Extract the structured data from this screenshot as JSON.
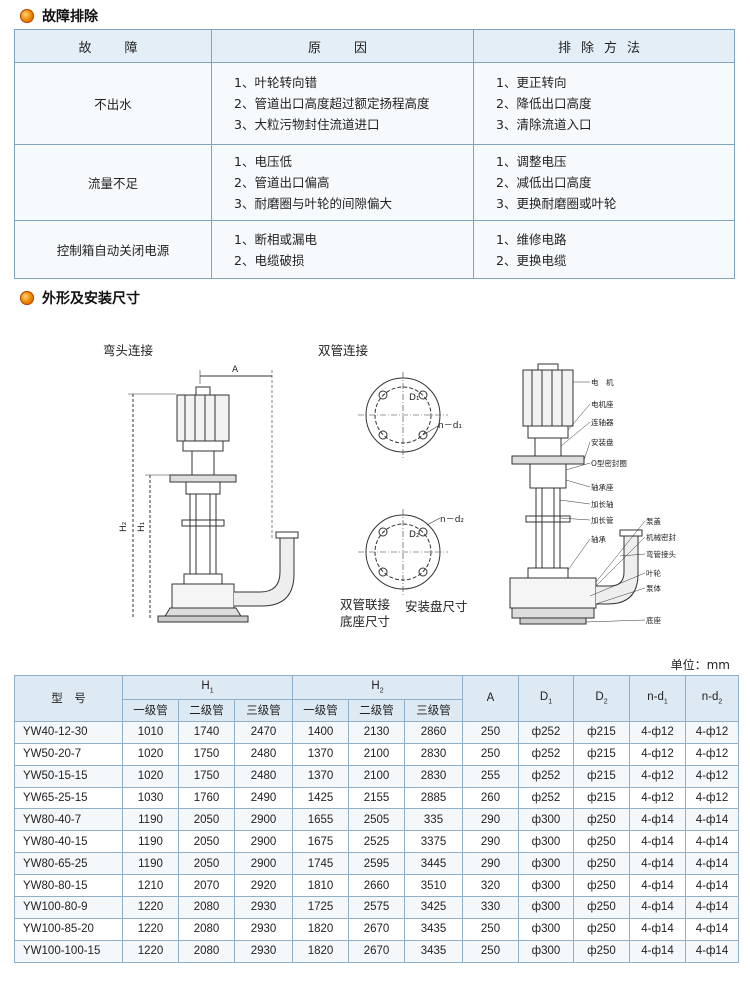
{
  "section1": {
    "title": "故障排除"
  },
  "trouble": {
    "headers": [
      "故　障",
      "原　因",
      "排除方法"
    ],
    "rows": [
      {
        "fault": "不出水",
        "causes": [
          "1、叶轮转向错",
          "2、管道出口高度超过额定扬程高度",
          "3、大粒污物封住流道进口"
        ],
        "remedies": [
          "1、更正转向",
          "2、降低出口高度",
          "3、清除流道入口"
        ]
      },
      {
        "fault": "流量不足",
        "causes": [
          "1、电压低",
          "2、管道出口偏高",
          "3、耐磨圈与叶轮的间隙偏大"
        ],
        "remedies": [
          "1、调整电压",
          "2、减低出口高度",
          "3、更换耐磨圈或叶轮"
        ]
      },
      {
        "fault": "控制箱自动关闭电源",
        "causes": [
          "1、断相或漏电",
          "2、电缆破损"
        ],
        "remedies": [
          "1、维修电路",
          "2、更换电缆"
        ]
      }
    ]
  },
  "section2": {
    "title": "外形及安装尺寸"
  },
  "drawing": {
    "label_elbow": "弯头连接",
    "label_double": "双管连接",
    "label_base": "双管联接\n底座尺寸",
    "label_plate": "安装盘尺寸",
    "dim_A": "A",
    "dim_H2": "H₂",
    "dim_H1": "H₁",
    "dim_D1": "D₁",
    "dim_D2": "D₂",
    "dim_nd1": "n－d₁",
    "dim_nd2": "n－d₂",
    "parts": [
      "电　机",
      "电机座",
      "连轴器",
      "安装盘",
      "O型密封圈",
      "轴承座",
      "加长轴",
      "加长管",
      "轴承",
      "泵盖",
      "机械密封",
      "弯管接头",
      "叶轮",
      "泵体",
      "底座"
    ]
  },
  "unit": "单位：mm",
  "spec": {
    "head_model": "型　号",
    "head_H1": "H",
    "head_H1_sub": "1",
    "head_H2": "H",
    "head_H2_sub": "2",
    "head_A": "A",
    "head_D1": "D",
    "head_D1_sub": "1",
    "head_D2": "D",
    "head_D2_sub": "2",
    "head_nd1": "n-d",
    "head_nd1_sub": "1",
    "head_nd2": "n-d",
    "head_nd2_sub": "2",
    "stages": [
      "一级管",
      "二级管",
      "三级管"
    ],
    "rows": [
      [
        "YW40-12-30",
        "1010",
        "1740",
        "2470",
        "1400",
        "2130",
        "2860",
        "250",
        "ф252",
        "ф215",
        "4-ф12",
        "4-ф12"
      ],
      [
        "YW50-20-7",
        "1020",
        "1750",
        "2480",
        "1370",
        "2100",
        "2830",
        "250",
        "ф252",
        "ф215",
        "4-ф12",
        "4-ф12"
      ],
      [
        "YW50-15-15",
        "1020",
        "1750",
        "2480",
        "1370",
        "2100",
        "2830",
        "255",
        "ф252",
        "ф215",
        "4-ф12",
        "4-ф12"
      ],
      [
        "YW65-25-15",
        "1030",
        "1760",
        "2490",
        "1425",
        "2155",
        "2885",
        "260",
        "ф252",
        "ф215",
        "4-ф12",
        "4-ф12"
      ],
      [
        "YW80-40-7",
        "1190",
        "2050",
        "2900",
        "1655",
        "2505",
        "335",
        "290",
        "ф300",
        "ф250",
        "4-ф14",
        "4-ф14"
      ],
      [
        "YW80-40-15",
        "1190",
        "2050",
        "2900",
        "1675",
        "2525",
        "3375",
        "290",
        "ф300",
        "ф250",
        "4-ф14",
        "4-ф14"
      ],
      [
        "YW80-65-25",
        "1190",
        "2050",
        "2900",
        "1745",
        "2595",
        "3445",
        "290",
        "ф300",
        "ф250",
        "4-ф14",
        "4-ф14"
      ],
      [
        "YW80-80-15",
        "1210",
        "2070",
        "2920",
        "1810",
        "2660",
        "3510",
        "320",
        "ф300",
        "ф250",
        "4-ф14",
        "4-ф14"
      ],
      [
        "YW100-80-9",
        "1220",
        "2080",
        "2930",
        "1725",
        "2575",
        "3425",
        "330",
        "ф300",
        "ф250",
        "4-ф14",
        "4-ф14"
      ],
      [
        "YW100-85-20",
        "1220",
        "2080",
        "2930",
        "1820",
        "2670",
        "3435",
        "250",
        "ф300",
        "ф250",
        "4-ф14",
        "4-ф14"
      ],
      [
        "YW100-100-15",
        "1220",
        "2080",
        "2930",
        "1820",
        "2670",
        "3435",
        "250",
        "ф300",
        "ф250",
        "4-ф14",
        "4-ф14"
      ]
    ]
  }
}
